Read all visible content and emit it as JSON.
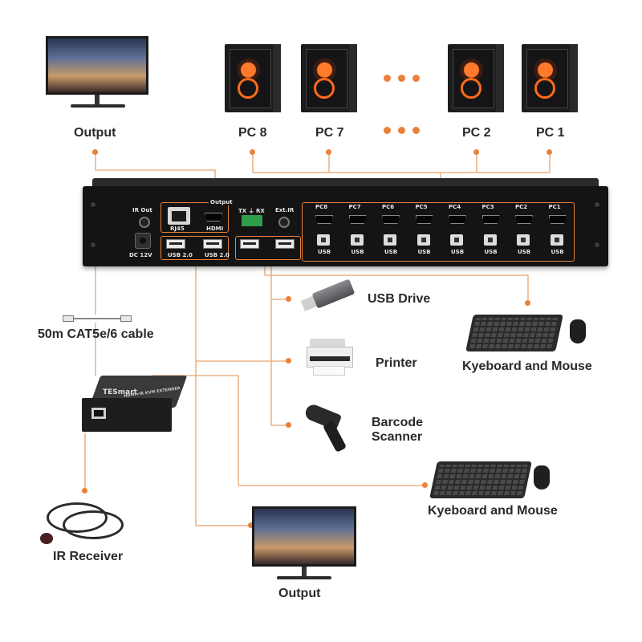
{
  "labels": {
    "output_top": "Output",
    "pc8": "PC 8",
    "pc7": "PC 7",
    "pc2": "PC 2",
    "pc1": "PC 1",
    "usb_drive": "USB Drive",
    "printer": "Printer",
    "barcode_scanner_line1": "Barcode",
    "barcode_scanner_line2": "Scanner",
    "keyboard_mouse_1": "Kyeboard and Mouse",
    "keyboard_mouse_2": "Kyeboard and Mouse",
    "cable": "50m CAT5e/6 cable",
    "ir_receiver": "IR Receiver",
    "output_bottom": "Output"
  },
  "panel": {
    "ir_out": "IR Out",
    "rj45": "RJ45",
    "hdmi": "HDMI",
    "output": "Output",
    "txrx": "TX ⏚ RX",
    "ext_ir": "Ext.IR",
    "dc": "DC 12V",
    "usb20_a": "USB 2.0",
    "usb20_b": "USB 2.0",
    "pc_ports": [
      "PC8",
      "PC7",
      "PC6",
      "PC5",
      "PC4",
      "PC3",
      "PC2",
      "PC1"
    ],
    "usb": "USB"
  },
  "extender": {
    "brand": "TESmart",
    "model": "HDMI+IR KVM EXTENDER"
  },
  "colors": {
    "accent": "#e8823a",
    "device": "#141414",
    "text": "#2a2a2a"
  }
}
